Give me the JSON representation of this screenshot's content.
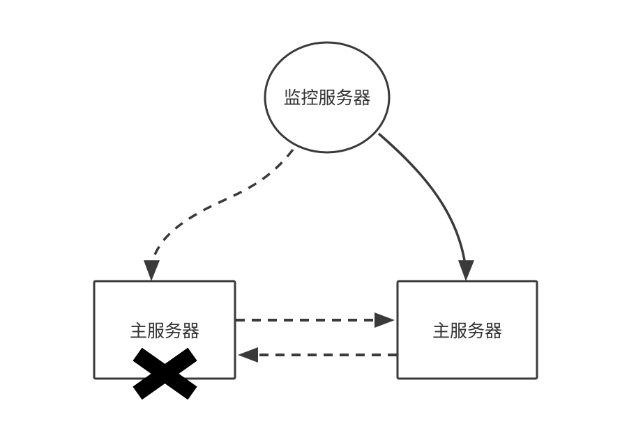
{
  "colors": {
    "background": "#ffffff",
    "line": "#3a3a3a",
    "text": "#333333",
    "failure_mark": "#000000"
  },
  "nodes": {
    "monitor": {
      "label": "监控服务器",
      "shape": "ellipse"
    },
    "primary_failed": {
      "label": "主服务器",
      "shape": "rectangle",
      "status": "failed"
    },
    "primary_active": {
      "label": "主服务器",
      "shape": "rectangle",
      "status": "active"
    }
  },
  "edges": [
    {
      "from": "monitor",
      "to": "primary_failed",
      "line": "dashed",
      "arrow": "down"
    },
    {
      "from": "monitor",
      "to": "primary_active",
      "line": "solid",
      "arrow": "down"
    },
    {
      "from": "primary_failed",
      "to": "primary_active",
      "line": "dashed",
      "arrow": "right"
    },
    {
      "from": "primary_active",
      "to": "primary_failed",
      "line": "dashed",
      "arrow": "left"
    }
  ],
  "failure_mark": {
    "symbol": "X",
    "on": "primary_failed"
  }
}
